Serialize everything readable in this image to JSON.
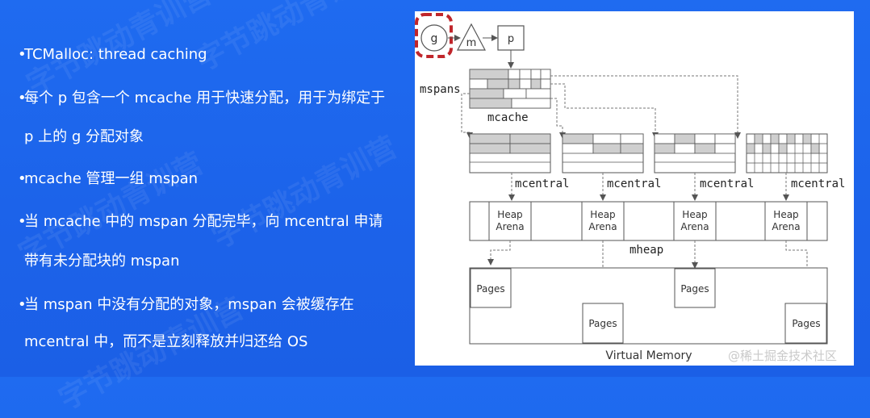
{
  "bullets": [
    {
      "lines": [
        "TCMalloc: thread caching"
      ]
    },
    {
      "lines": [
        "每个 p 包含一个 mcache 用于快速分配，用于为绑定于",
        "p 上的 g 分配对象"
      ]
    },
    {
      "lines": [
        "mcache 管理一组 mspan"
      ]
    },
    {
      "lines": [
        "当 mcache 中的 mspan 分配完毕，向 mcentral 申请",
        "带有未分配块的 mspan"
      ]
    },
    {
      "lines": [
        "当 mspan 中没有分配的对象，mspan 会被缓存在",
        "mcentral 中，而不是立刻释放并归还给 OS"
      ]
    }
  ],
  "bullet_symbol": "•",
  "diagram": {
    "g_label": "g",
    "m_label": "m",
    "p_label": "p",
    "mspans_label": "mspans",
    "mcache_label": "mcache",
    "mcentral_labels": [
      "mcentral",
      "mcentral",
      "mcentral",
      "mcentral"
    ],
    "heap_arena_labels": [
      "Heap Arena",
      "Heap Arena",
      "Heap Arena",
      "Heap Arena"
    ],
    "mheap_label": "mheap",
    "pages_labels": [
      "Pages",
      "Pages",
      "Pages",
      "Pages"
    ],
    "virtual_memory_label": "Virtual Memory",
    "highlight_color": "#c0262b",
    "shaded_cell_color": "#cfcfcf"
  },
  "watermark_text": "字节跳动青训营",
  "site_watermark": "@稀土掘金技术社区"
}
